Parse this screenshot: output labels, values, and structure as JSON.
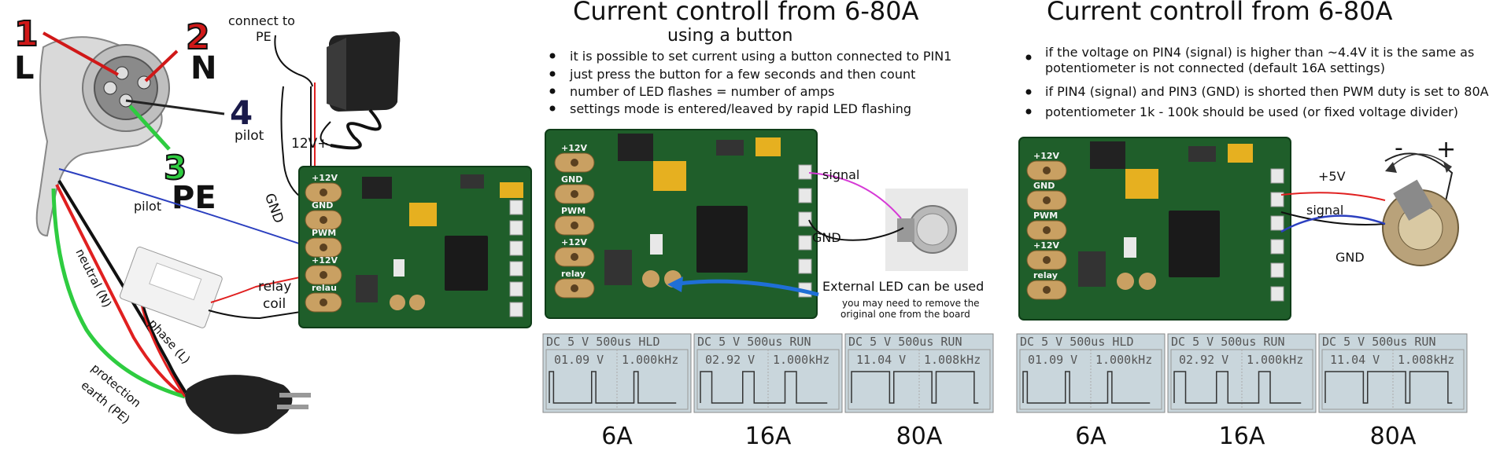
{
  "left": {
    "pin_numbers": {
      "n1": "1",
      "n2": "2",
      "n3": "3",
      "n4": "4"
    },
    "pin_names": {
      "l": "L",
      "n": "N",
      "pe": "PE",
      "pilot": "pilot"
    },
    "connect_to_pe": "connect to\nPE",
    "v12_label": "12V+",
    "gnd_label": "GND",
    "pilot_wire": "pilot",
    "neutral_wire": "neutral (N)",
    "phase_wire": "phase (L)",
    "pe_wire": "protection\nearth (PE)",
    "relay_coil": "relay\ncoil",
    "pcb_pins": [
      "+12V",
      "GND",
      "PWM",
      "+12V",
      "relau"
    ]
  },
  "middle": {
    "title": "Current controll from 6-80A",
    "subtitle": "using a button",
    "bullets": [
      "it is possible to set current using a button connected to  PIN1",
      "just press the button for a few seconds and then count",
      "number of LED flashes = number of amps",
      "settings mode is entered/leaved by rapid LED flashing"
    ],
    "signal_label": "signal",
    "gnd_label": "GND",
    "led_note_main": "External LED can be used",
    "led_note_sub1": "you may need to remove the",
    "led_note_sub2": "original one from the board",
    "pcb_pins": [
      "+12V",
      "GND",
      "PWM",
      "+12V",
      "relay"
    ],
    "scopes": [
      {
        "header": "DC  5 V  500us HLD",
        "reading": "01.09 V",
        "freq": "1.000kHz",
        "amp": "6A",
        "duty": 0.1
      },
      {
        "header": "DC  5 V  500us RUN",
        "reading": "02.92 V",
        "freq": "1.000kHz",
        "amp": "16A",
        "duty": 0.27
      },
      {
        "header": "DC  5 V  500us RUN",
        "reading": "11.04 V",
        "freq": "1.008kHz",
        "amp": "80A",
        "duty": 0.9
      }
    ]
  },
  "right": {
    "title": "Current controll from 6-80A",
    "bullets": [
      "if the voltage on PIN4 (signal) is higher than ~4.4V it is the same as",
      "potentiometer is not connected (default 16A settings)",
      "if PIN4 (signal) and PIN3 (GND) is shorted then PWM duty is set to 80A",
      "potentiometer 1k - 100k should be used (or fixed voltage divider)"
    ],
    "minus": "-",
    "plus": "+",
    "v5_label": "+5V",
    "signal_label": "signal",
    "gnd_label": "GND",
    "pcb_pins": [
      "+12V",
      "GND",
      "PWM",
      "+12V",
      "relay"
    ],
    "scopes": [
      {
        "header": "DC  5 V  500us HLD",
        "reading": "01.09 V",
        "freq": "1.000kHz",
        "amp": "6A",
        "duty": 0.1
      },
      {
        "header": "DC  5 V  500us RUN",
        "reading": "02.92 V",
        "freq": "1.000kHz",
        "amp": "16A",
        "duty": 0.27
      },
      {
        "header": "DC  5 V  500us RUN",
        "reading": "11.04 V",
        "freq": "1.008kHz",
        "amp": "80A",
        "duty": 0.9
      }
    ]
  },
  "colors": {
    "pcb": "#1f5e2a",
    "pad": "#c9a062",
    "blue_wire": "#2b3fbf",
    "red_wire": "#e02020",
    "green_wire": "#2ecc40",
    "magenta_wire": "#d63ad6",
    "arrow_blue": "#1f6fd6",
    "scope_bg": "#c9d6dc"
  }
}
